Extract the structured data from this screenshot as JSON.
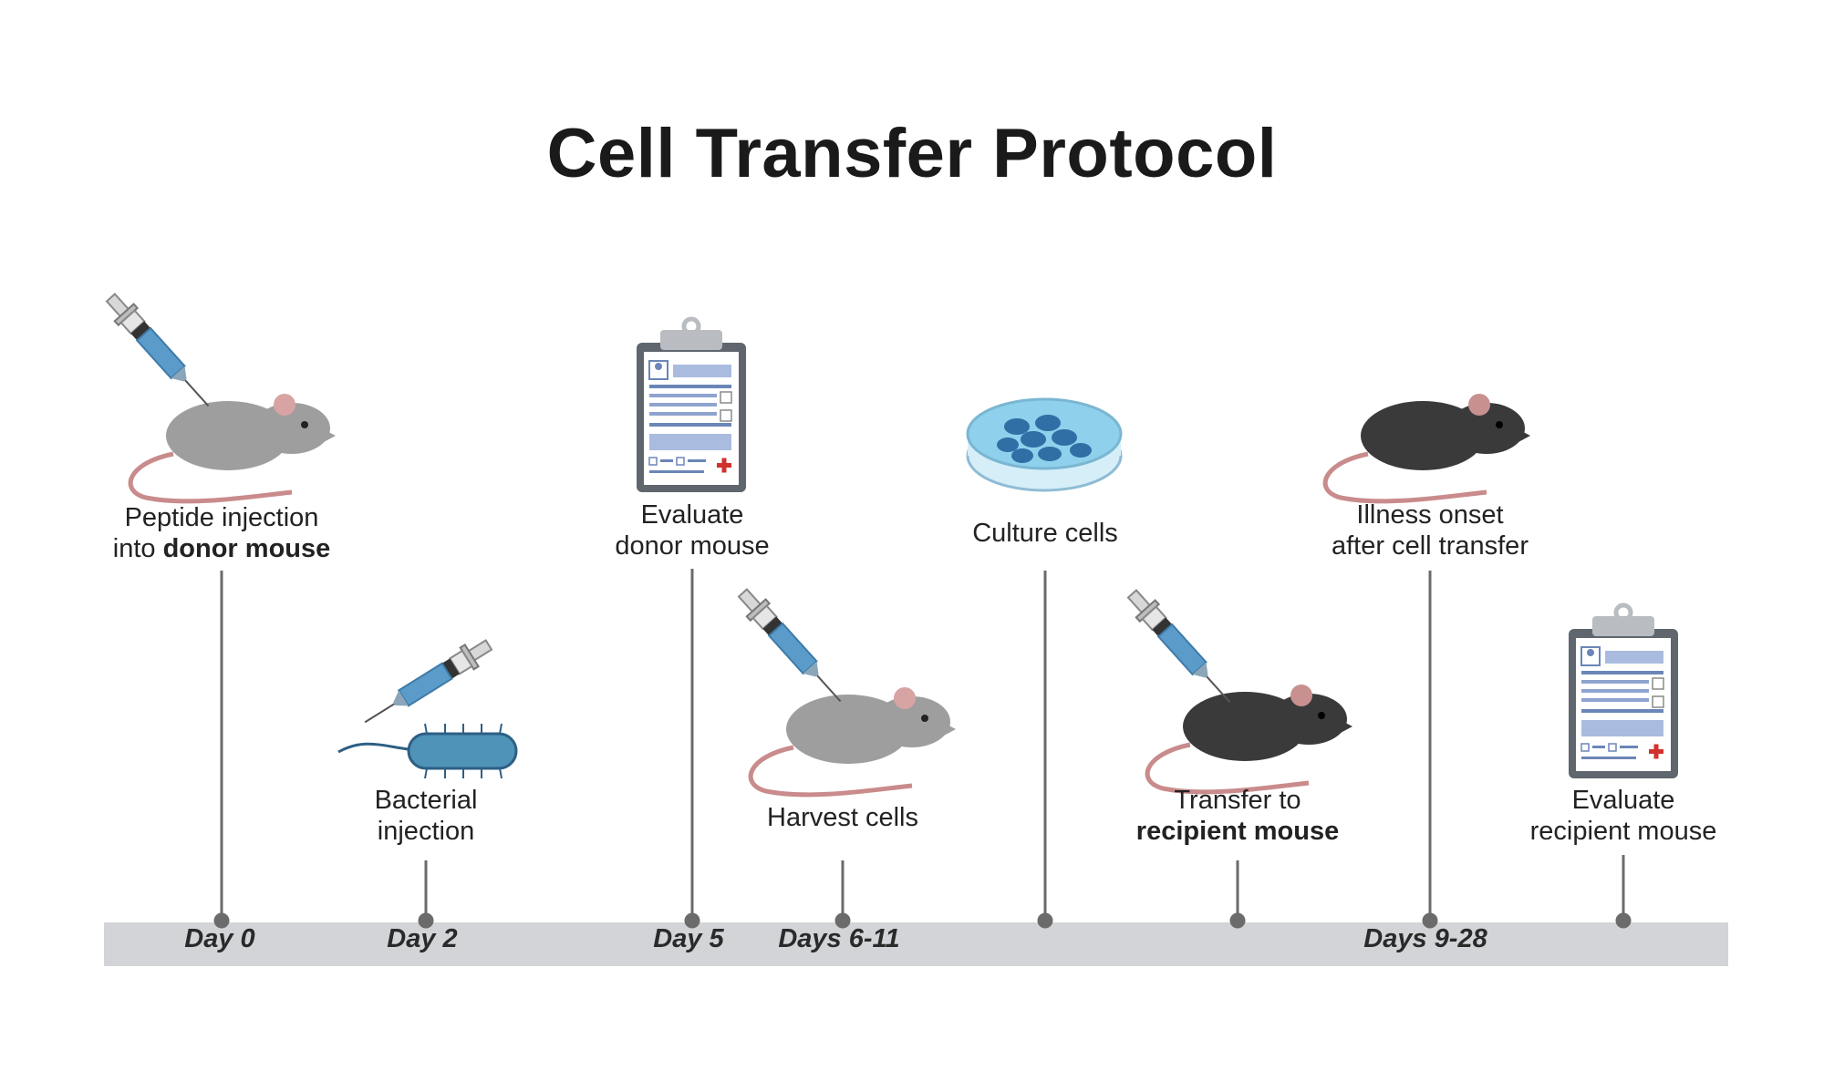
{
  "title": "Cell Transfer Protocol",
  "steps": [
    {
      "line1": "Peptide injection",
      "line2_pre": "into ",
      "line2_bold": "donor mouse",
      "icon": "mouse-injection-icon"
    },
    {
      "line1": "Bacterial",
      "line2": "injection",
      "icon": "bacteria-syringe-icon"
    },
    {
      "line1": "Evaluate",
      "line2": "donor mouse",
      "icon": "clipboard-icon"
    },
    {
      "line1": "Harvest cells",
      "icon": "mouse-injection-icon"
    },
    {
      "line1": "Culture cells",
      "icon": "petri-dish-icon"
    },
    {
      "line1": "Transfer to",
      "line2_bold": "recipient mouse",
      "icon": "mouse-injection-icon"
    },
    {
      "line1": "Illness onset",
      "line2": "after cell transfer",
      "icon": "black-mouse-icon"
    },
    {
      "line1": "Evaluate",
      "line2": "recipient mouse",
      "icon": "clipboard-icon"
    }
  ],
  "days": [
    "Day 0",
    "Day 2",
    "Day 5",
    "Days 6-11",
    "Days 9-28"
  ],
  "colors": {
    "bar": "#d2d4d7",
    "line": "#6b6b6b",
    "syringe": "#5b9bc9",
    "mouse_gray": "#9e9e9e",
    "mouse_black": "#3a3a3a",
    "dish": "#8fd0ec",
    "bacterium": "#4f93b8"
  }
}
